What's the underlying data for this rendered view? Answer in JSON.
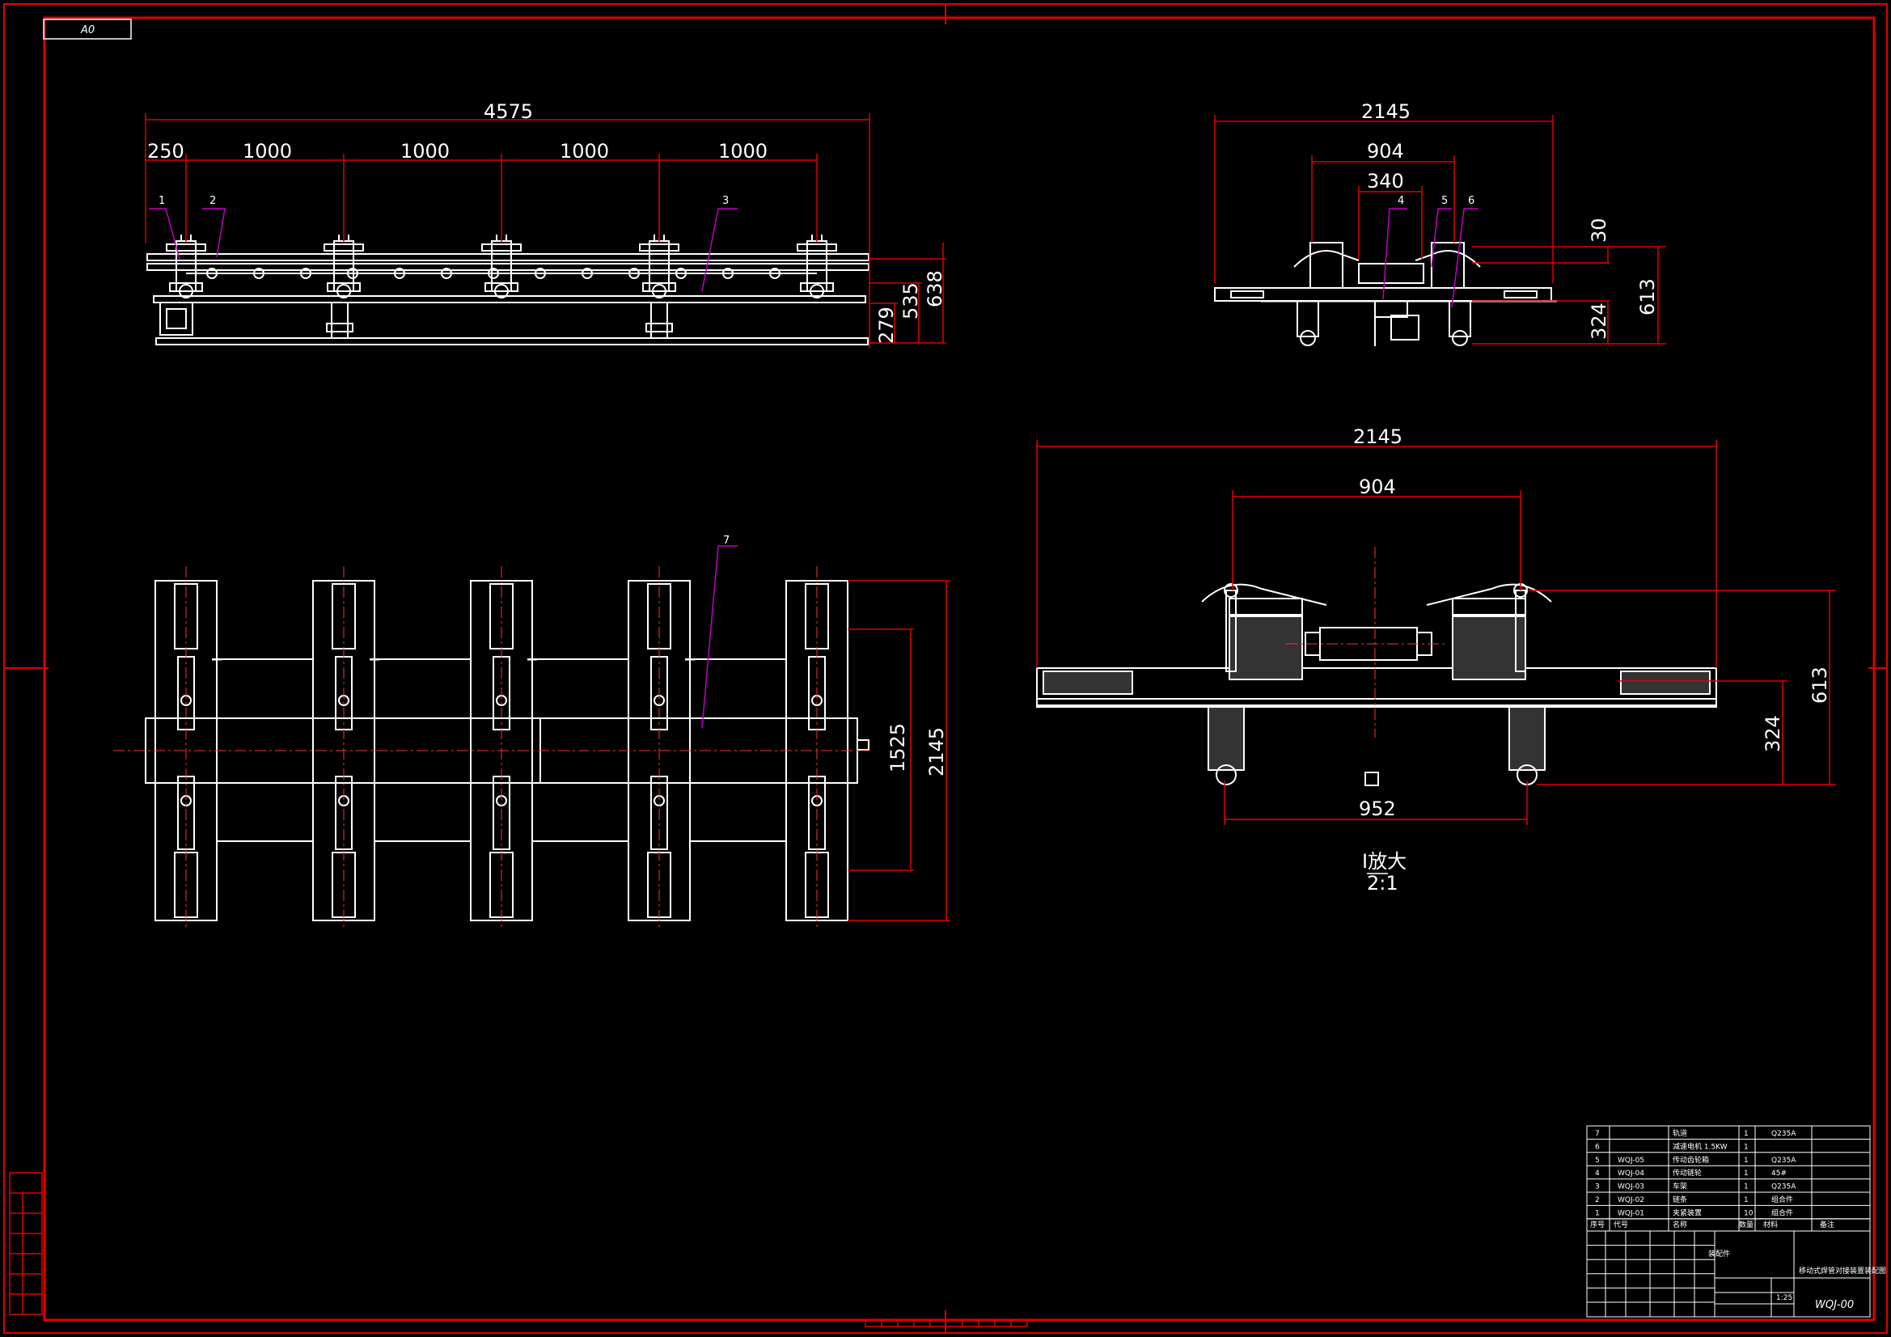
{
  "sheet": {
    "format_label": "A0",
    "colors": {
      "frame": "#e00000",
      "part": "#ffffff",
      "dim": "#e00000",
      "leader": "#c000c0",
      "center": "#ff3030"
    }
  },
  "front_view": {
    "dims": {
      "overall": "4575",
      "first": "250",
      "pitch1": "1000",
      "pitch2": "1000",
      "pitch3": "1000",
      "pitch4": "1000",
      "h1": "279",
      "h2": "535",
      "h3": "638"
    },
    "balloons": [
      "1",
      "2",
      "3"
    ]
  },
  "side_view": {
    "dims": {
      "overall": "2145",
      "inner": "904",
      "small": "340",
      "top": "30",
      "lower": "324",
      "height": "613"
    },
    "balloons": [
      "4",
      "5",
      "6"
    ]
  },
  "top_view": {
    "dims": {
      "inner": "1525",
      "overall": "2145"
    },
    "balloon": "7"
  },
  "detail_view": {
    "dims": {
      "overall": "2145",
      "inner": "904",
      "base": "952",
      "lower": "324",
      "height": "613"
    },
    "label": "I放大",
    "scale": "2:1"
  },
  "bom": {
    "rows": [
      {
        "no": "7",
        "code": "",
        "name": "轨道",
        "qty": "1",
        "material": "Q235A"
      },
      {
        "no": "6",
        "code": "",
        "name": "减速电机 1.5KW",
        "qty": "1",
        "material": ""
      },
      {
        "no": "5",
        "code": "WQJ-05",
        "name": "传动齿轮箱",
        "qty": "1",
        "material": "Q235A"
      },
      {
        "no": "4",
        "code": "WQJ-04",
        "name": "传动链轮",
        "qty": "1",
        "material": "45#"
      },
      {
        "no": "3",
        "code": "WQJ-03",
        "name": "车架",
        "qty": "1",
        "material": "Q235A"
      },
      {
        "no": "2",
        "code": "WQJ-02",
        "name": "链条",
        "qty": "1",
        "material": "组合件"
      },
      {
        "no": "1",
        "code": "WQJ-01",
        "name": "夹紧装置",
        "qty": "10",
        "material": "组合件"
      }
    ],
    "header": [
      "序号",
      "代号",
      "名称",
      "数量",
      "材料",
      "备注"
    ]
  },
  "title_block": {
    "assembly": "装配件",
    "title": "移动式焊管对接装置装配图",
    "scale": "1:25",
    "drawing_no": "WQJ-00"
  }
}
